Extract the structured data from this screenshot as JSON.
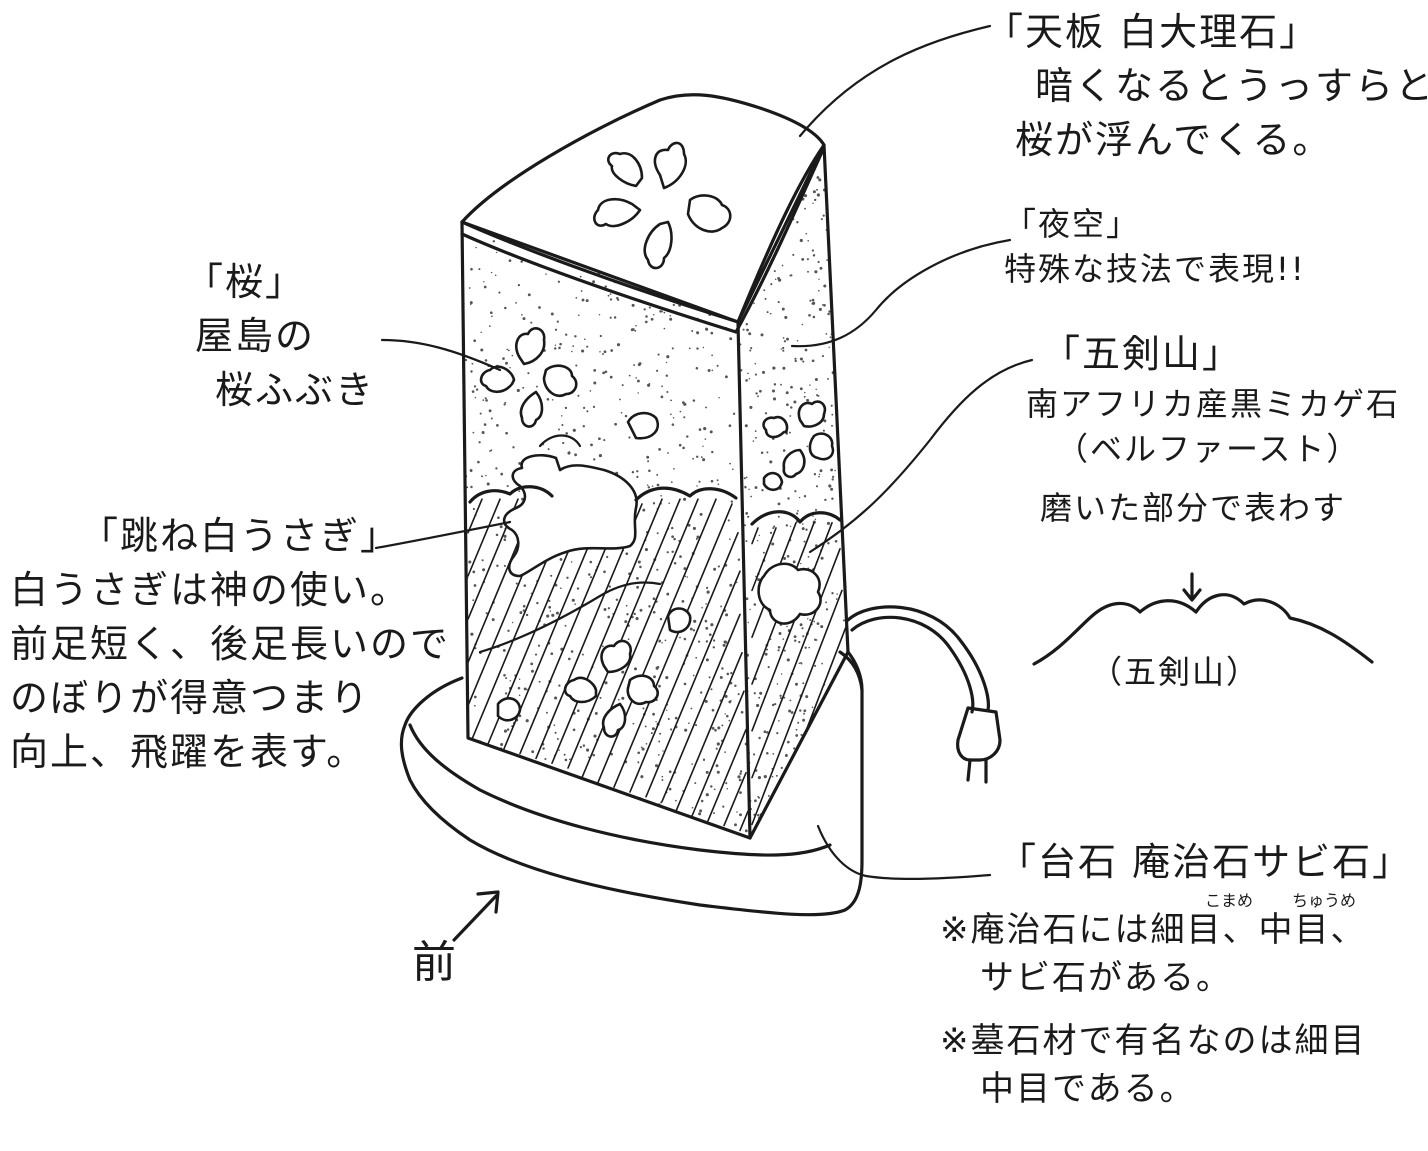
{
  "annotations": {
    "tenban": {
      "title": "「天板 白大理石」",
      "lines": [
        "暗くなるとうっすらと",
        "桜が浮んでくる。"
      ]
    },
    "yozora": {
      "title": "「夜空」",
      "lines": [
        "特殊な技法で表現!!"
      ]
    },
    "gokenzan": {
      "title": "「五剣山」",
      "lines": [
        "南アフリカ産黒ミカゲ石",
        "（ベルファースト）",
        "磨いた部分で表わす"
      ],
      "profile_label": "（五剣山）"
    },
    "sakura": {
      "title": "「桜」",
      "lines": [
        "屋島の",
        "桜ふぶき"
      ]
    },
    "usagi": {
      "title": "「跳ね白うさぎ」",
      "lines": [
        "白うさぎは神の使い。",
        "前足短く、後足長いので",
        "のぼりが得意つまり",
        "向上、飛躍を表す。"
      ]
    },
    "daiseki": {
      "title": "「台石 庵治石サビ石」",
      "furigana": [
        "こまめ",
        "ちゅうめ"
      ],
      "lines": [
        "※庵治石には細目、中目、",
        "サビ石がある。",
        "※墓石材で有名なのは細目",
        "中目である。"
      ]
    },
    "front": {
      "label": "前"
    }
  }
}
